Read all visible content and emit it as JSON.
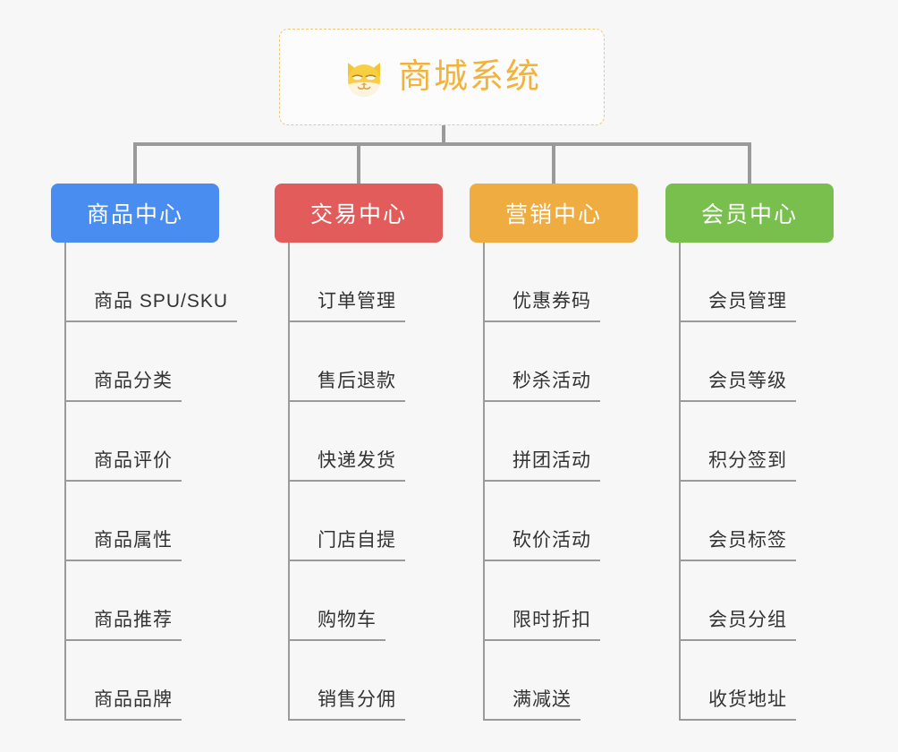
{
  "root": {
    "title": "商城系统",
    "icon": "dog-face-emoji",
    "color": "#f2b33d",
    "border_color": "#f0c675"
  },
  "canvas": {
    "background": "#f7f7f7",
    "connector_color": "#9a9a9a"
  },
  "branches": [
    {
      "label": "商品中心",
      "color": "#4a8df0",
      "items": [
        "商品 SPU/SKU",
        "商品分类",
        "商品评价",
        "商品属性",
        "商品推荐",
        "商品品牌"
      ]
    },
    {
      "label": "交易中心",
      "color": "#e35c5c",
      "items": [
        "订单管理",
        "售后退款",
        "快递发货",
        "门店自提",
        "购物车",
        "销售分佣"
      ]
    },
    {
      "label": "营销中心",
      "color": "#eeac41",
      "items": [
        "优惠券码",
        "秒杀活动",
        "拼团活动",
        "砍价活动",
        "限时折扣",
        "满减送"
      ]
    },
    {
      "label": "会员中心",
      "color": "#78bf4d",
      "items": [
        "会员管理",
        "会员等级",
        "积分签到",
        "会员标签",
        "会员分组",
        "收货地址"
      ]
    }
  ]
}
